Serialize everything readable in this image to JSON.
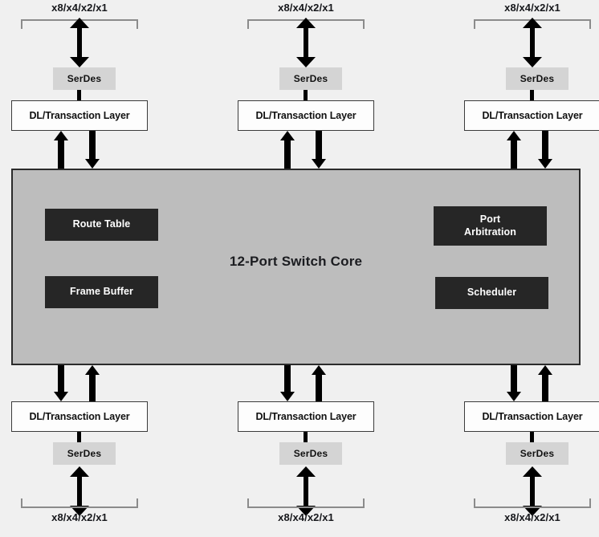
{
  "diagram": {
    "title": "12-Port Switch Core",
    "lane_label": "x8/x4/x2/x1",
    "serdes_label": "SerDes",
    "dl_label": "DL/Transaction Layer",
    "colors": {
      "page_background": "#f0f0f0",
      "core_fill": "#bdbdbd",
      "core_border": "#2b2b2b",
      "block_fill": "#262626",
      "block_text": "#ffffff",
      "serdes_fill": "#d4d4d4",
      "dl_fill": "#fdfdfd",
      "arrow": "#000000",
      "bracket": "#8b8b8b"
    }
  },
  "top_ports": [
    {
      "lane_label": "x8/x4/x2/x1",
      "serdes": "SerDes",
      "dl": "DL/Transaction Layer"
    },
    {
      "lane_label": "x8/x4/x2/x1",
      "serdes": "SerDes",
      "dl": "DL/Transaction Layer"
    },
    {
      "lane_label": "x8/x4/x2/x1",
      "serdes": "SerDes",
      "dl": "DL/Transaction Layer"
    }
  ],
  "bottom_ports": [
    {
      "lane_label": "x8/x4/x2/x1",
      "serdes": "SerDes",
      "dl": "DL/Transaction Layer"
    },
    {
      "lane_label": "x8/x4/x2/x1",
      "serdes": "SerDes",
      "dl": "DL/Transaction Layer"
    },
    {
      "lane_label": "x8/x4/x2/x1",
      "serdes": "SerDes",
      "dl": "DL/Transaction Layer"
    }
  ],
  "core_blocks": {
    "left": [
      {
        "label": "Route Table"
      },
      {
        "label": "Frame Buffer"
      }
    ],
    "right": [
      {
        "label": "Port\nArbitration",
        "line1": "Port",
        "line2": "Arbitration"
      },
      {
        "label": "Scheduler"
      }
    ]
  }
}
